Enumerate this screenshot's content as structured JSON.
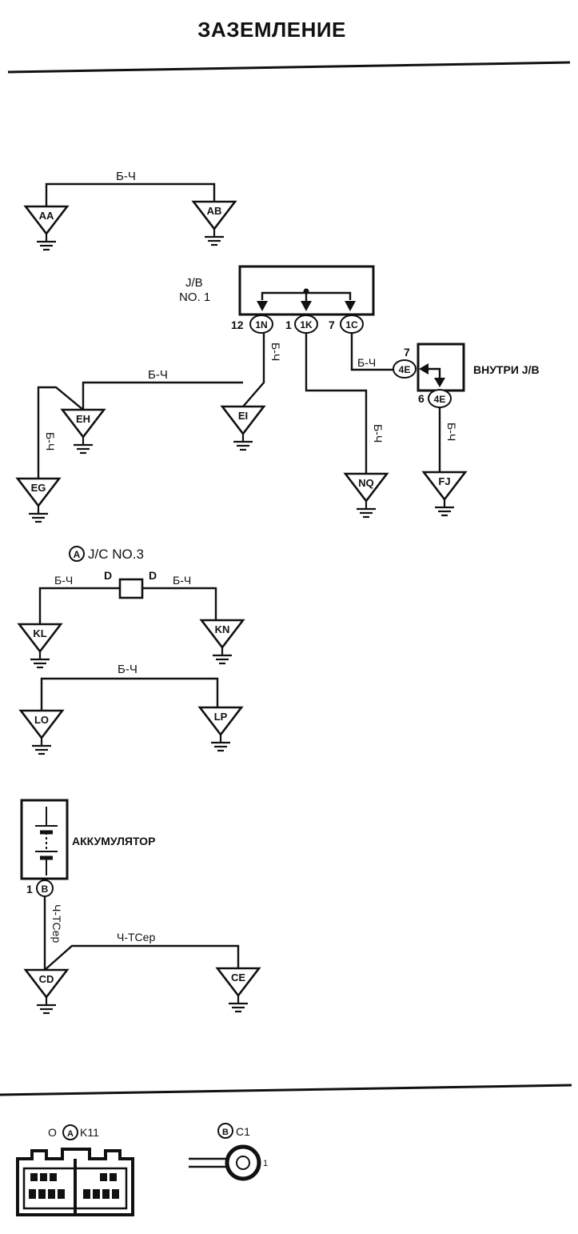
{
  "title": "ЗАЗЕМЛЕНИЕ",
  "wire_color_bw": "Б-Ч",
  "wire_color_bl": "Ч-TCep",
  "grounds": {
    "aa": "AA",
    "ab": "AB",
    "eh": "EH",
    "ei": "EI",
    "eg": "EG",
    "nq": "NQ",
    "fj": "FJ",
    "kl": "KL",
    "kn": "KN",
    "lo": "LO",
    "lp": "LP",
    "cd": "CD",
    "ce": "CE"
  },
  "jb": {
    "label_line1": "J/B",
    "label_line2": "NO. 1",
    "pins": [
      {
        "num": "12",
        "id": "1N"
      },
      {
        "num": "1",
        "id": "1K"
      },
      {
        "num": "7",
        "id": "1C"
      }
    ]
  },
  "inside_jb": {
    "label": "ВНУТРИ J/B",
    "top_pin": {
      "num": "7",
      "id": "4E"
    },
    "bottom_pin": {
      "num": "6",
      "id": "4E"
    }
  },
  "jc": {
    "marker": "A",
    "label": "J/C NO.3",
    "left_pin": "D",
    "right_pin": "D"
  },
  "battery": {
    "label": "АККУМУЛЯТОР",
    "pin_num": "1",
    "pin_id": "B"
  },
  "connectors": {
    "a_prefix": "O",
    "a_marker": "A",
    "a_code": "K11",
    "b_marker": "B",
    "b_code": "C1",
    "b_pin": "1"
  }
}
